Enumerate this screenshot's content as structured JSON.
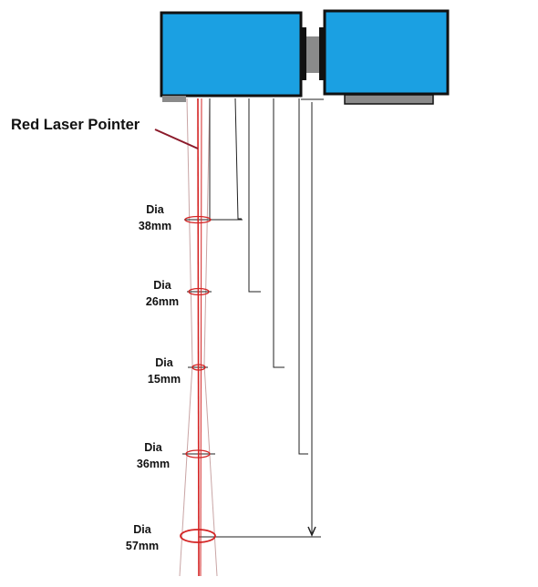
{
  "pointer_label": "Red Laser Pointer",
  "colors": {
    "head_fill": "#1ba0e2",
    "head_outline": "#111111",
    "coupler": "#8a8a8a",
    "laser": "#d42424",
    "pointer_line": "#8b1a2a",
    "beam_outline": "#c9a5a5",
    "leader": "#222222"
  },
  "spots": [
    {
      "line1": "Dia",
      "line2": "38mm",
      "diameter_mm": 38
    },
    {
      "line1": "Dia",
      "line2": "26mm",
      "diameter_mm": 26
    },
    {
      "line1": "Dia",
      "line2": "15mm",
      "diameter_mm": 15
    },
    {
      "line1": "Dia",
      "line2": "36mm",
      "diameter_mm": 36
    },
    {
      "line1": "Dia",
      "line2": "57mm",
      "diameter_mm": 57
    }
  ]
}
